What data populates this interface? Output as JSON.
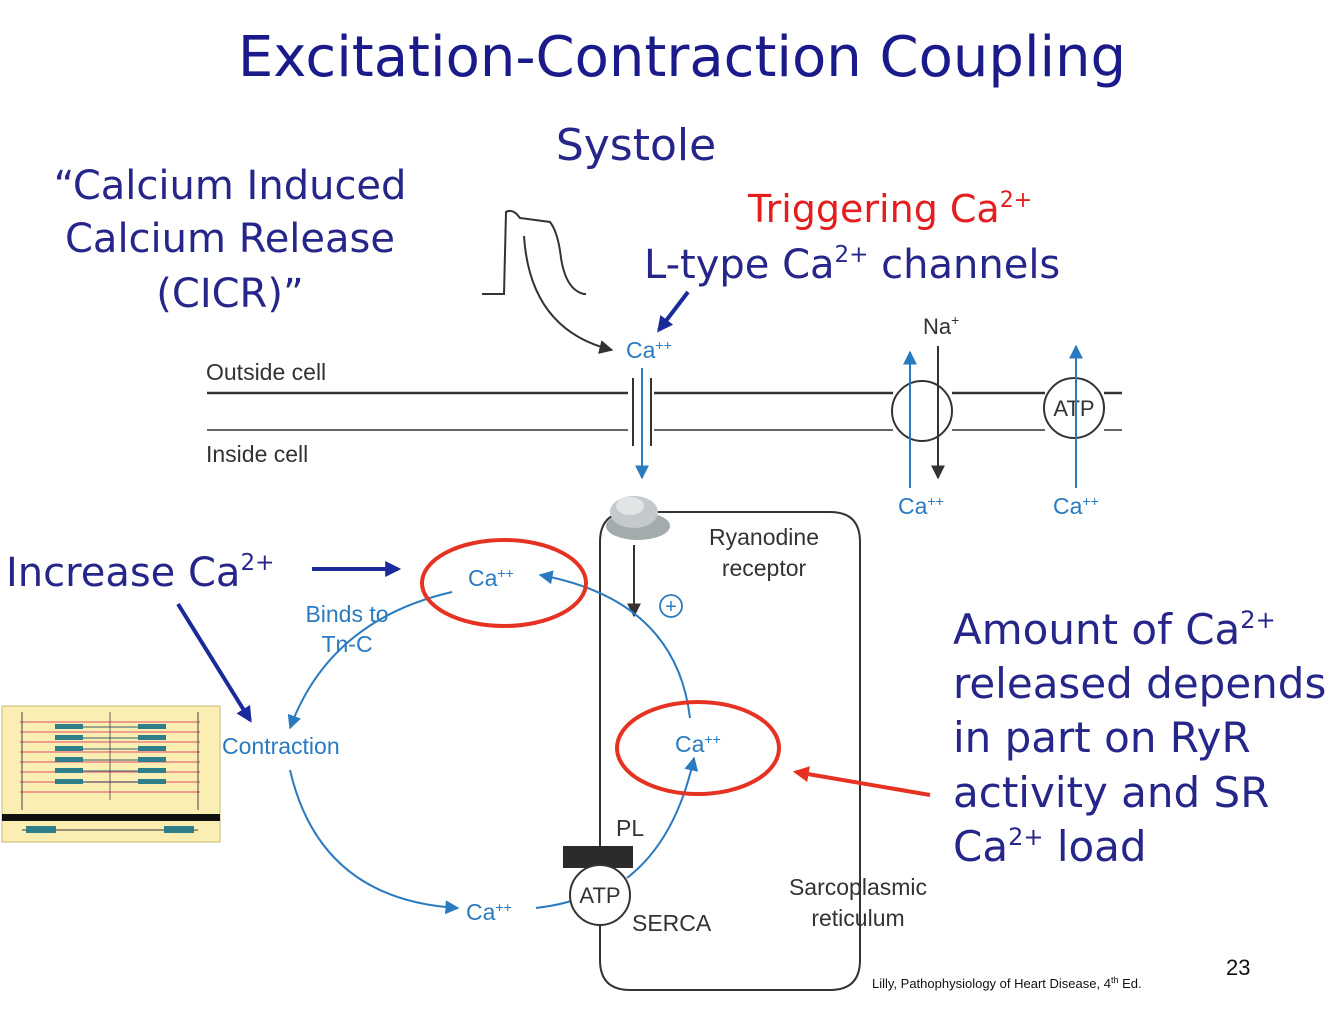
{
  "slide": {
    "title": "Excitation-Contraction Coupling",
    "subtitle": "Systole",
    "cicr": [
      "“Calcium Induced",
      "Calcium Release",
      "(CICR)”"
    ],
    "trigger": {
      "main": "Triggering Ca",
      "sup": "2+"
    },
    "ltype": {
      "pre": "L-type Ca",
      "sup": "2+",
      "post": " channels"
    },
    "increase": {
      "main": "Increase Ca",
      "sup": "2+"
    },
    "amount": {
      "line1_pre": "Amount of Ca",
      "line1_sup": "2+",
      "line2": "released depends",
      "line3": "in part on RyR",
      "line4": "activity and SR",
      "line5_pre": "Ca",
      "line5_sup": "2+",
      "line5_post": " load"
    },
    "page_number": "23",
    "citation": {
      "pre": "Lilly, Pathophysiology of Heart Disease, 4",
      "sup": "th",
      "post": " Ed."
    }
  },
  "figure": {
    "outside_cell": "Outside cell",
    "inside_cell": "Inside cell",
    "ca_ion": "Ca",
    "ion_plus": "++",
    "na_ion": "Na",
    "na_plus": "+",
    "atp": "ATP",
    "ryanodine": [
      "Ryanodine",
      "receptor"
    ],
    "plus_sign": "+",
    "binds_to": [
      "Binds to",
      "Tn-C"
    ],
    "contraction": "Contraction",
    "pl": "PL",
    "serca": "SERCA",
    "sr": [
      "Sarcoplasmic",
      "reticulum"
    ]
  },
  "colors": {
    "title": "#1a1a8a",
    "handwriting": "#26268a",
    "trigger_red": "#e41e1e",
    "annotation_arrow": "#1b2a9b",
    "figure_blue": "#2a7ac0",
    "highlight_circle": "#e53222",
    "membrane": "#333333",
    "sarcomere_bg": "#fbeeb2"
  }
}
